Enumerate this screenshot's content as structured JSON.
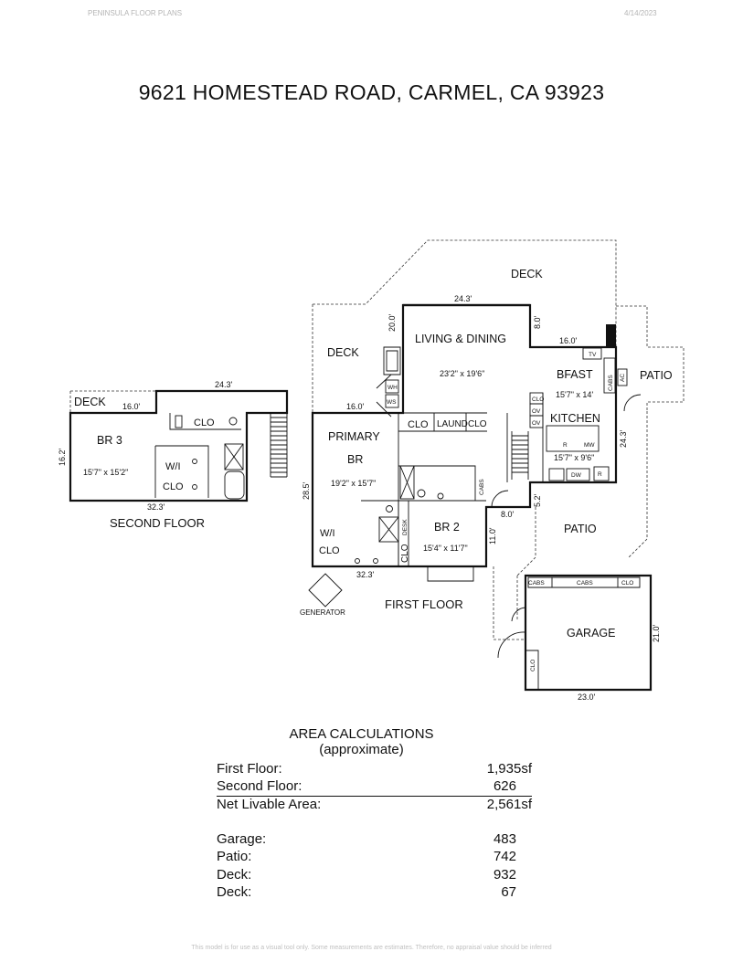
{
  "header": {
    "brand": "PENINSULA FLOOR PLANS",
    "date": "4/14/2023"
  },
  "title": "9621 HOMESTEAD ROAD, CARMEL, CA  93923",
  "floor_labels": {
    "second": "SECOND FLOOR",
    "first": "FIRST FLOOR",
    "generator": "GENERATOR"
  },
  "rooms": {
    "deck_top": "DECK",
    "deck_mid": "DECK",
    "deck_second": "DECK",
    "living": "LIVING & DINING",
    "living_dim": "23'2\" x 19'6\"",
    "bfast": "BFAST",
    "bfast_dim": "15'7\" x 14'",
    "kitchen": "KITCHEN",
    "kitchen_dim": "15'7\" x 9'6\"",
    "patio_right": "PATIO",
    "patio_bottom": "PATIO",
    "primary1": "PRIMARY",
    "primary2": "BR",
    "primary_dim": "19'2\" x 15'7\"",
    "br2": "BR 2",
    "br2_dim": "15'4\" x 11'7\"",
    "br3": "BR 3",
    "br3_dim": "15'7\" x 15'2\"",
    "clo_first": "CLO",
    "laund": "LAUND",
    "clo_first2": "CLO",
    "wi_first": "W/I",
    "wi_clo_first": "CLO",
    "clo_vert": "CLO",
    "desk": "DESK",
    "cabs_first": "CABS",
    "wh": "WH",
    "ws": "WS",
    "wi_second": "W/I",
    "clo_second": "CLO",
    "clo_second_top": "CLO",
    "garage": "GARAGE",
    "cabs_garage1": "CABS",
    "cabs_garage2": "CABS",
    "clo_garage": "CLO",
    "clo_garage_side": "CLO",
    "tv": "TV",
    "cabs_kitchen": "CABS",
    "ac": "AC",
    "ov1": "OV",
    "ov2": "OV",
    "clo_kitchen": "CLO",
    "r1": "R",
    "mw": "MW",
    "dw": "DW",
    "r2": "R"
  },
  "dimensions": {
    "d_24_3_top": "24.3'",
    "d_20_0": "20.0'",
    "d_8_0_top": "8.0'",
    "d_16_0_kitchen": "16.0'",
    "d_24_3_right": "24.3'",
    "d_16_0_primary": "16.0'",
    "d_28_5": "28.5'",
    "d_32_3_first": "32.3'",
    "d_5_2": "5.2'",
    "d_8_0_bottom": "8.0'",
    "d_11_0": "11.0'",
    "d_21_0": "21.0'",
    "d_23_0": "23.0'",
    "d_24_3_second": "24.3'",
    "d_16_0_second": "16.0'",
    "d_16_2": "16.2'",
    "d_32_3_second": "32.3'"
  },
  "area": {
    "title": "AREA CALCULATIONS",
    "subtitle": "(approximate)",
    "rows": [
      {
        "label": "First  Floor:",
        "value": "1,935sf"
      },
      {
        "label": "Second Floor:",
        "value": "626"
      },
      {
        "label": "Net Livable Area:",
        "value": "2,561sf"
      },
      {
        "label": "Garage:",
        "value": "483"
      },
      {
        "label": "Patio:",
        "value": "742"
      },
      {
        "label": "Deck:",
        "value": "932"
      },
      {
        "label": "Deck:",
        "value": "67"
      }
    ]
  },
  "footer": "This model is for use as a visual tool only. Some measurements are estimates. Therefore, no appraisal value should be inferred"
}
